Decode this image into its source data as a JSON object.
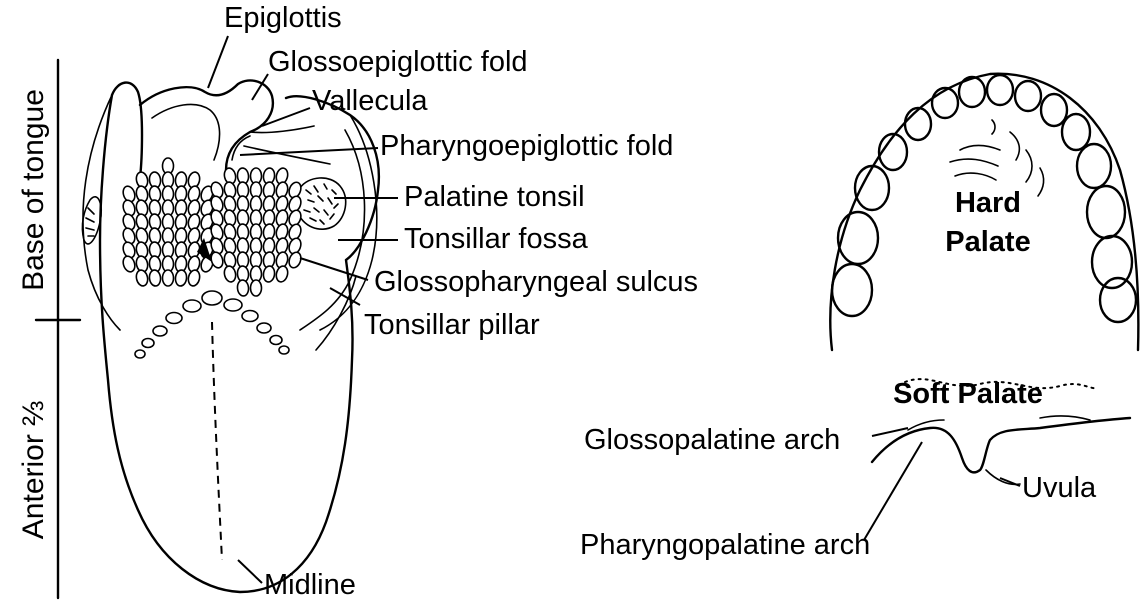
{
  "tongue": {
    "side_labels": {
      "base": "Base of tongue",
      "anterior": "Anterior ⅔"
    },
    "labels": {
      "epiglottis": "Epiglottis",
      "glossoepiglottic_fold": "Glossoepiglottic fold",
      "vallecula": "Vallecula",
      "pharyngoepiglottic_fold": "Pharyngoepiglottic fold",
      "palatine_tonsil": "Palatine tonsil",
      "tonsillar_fossa": "Tonsillar fossa",
      "glossopharyngeal_sulcus": "Glossopharyngeal sulcus",
      "tonsillar_pillar": "Tonsillar pillar",
      "midline": "Midline"
    }
  },
  "palate": {
    "hard_palate_line1": "Hard",
    "hard_palate_line2": "Palate",
    "soft_palate": "Soft Palate",
    "glossopalatine_arch": "Glossopalatine arch",
    "pharyngopalatine_arch": "Pharyngopalatine arch",
    "uvula": "Uvula"
  }
}
